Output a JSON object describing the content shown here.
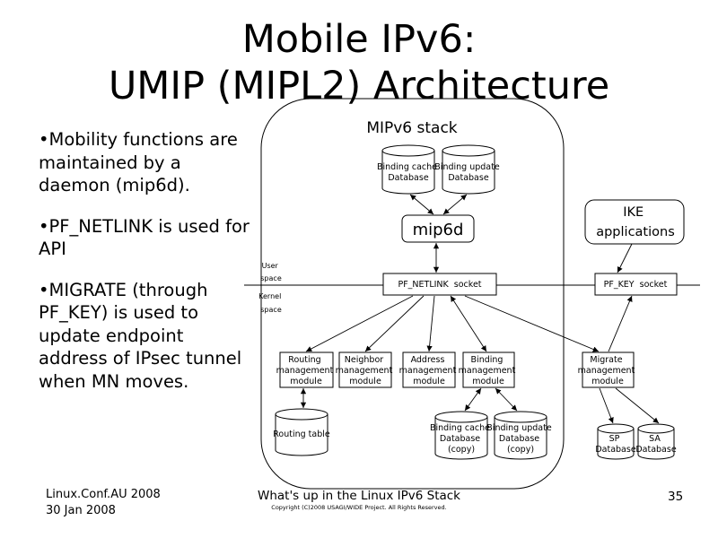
{
  "title": {
    "line1": "Mobile IPv6:",
    "line2": "UMIP (MIPL2) Architecture"
  },
  "bullets": [
    "•Mobility functions are maintained by a daemon (mip6d).",
    "•PF_NETLINK is used for API",
    "•MIGRATE (through PF_KEY) is used to update endpoint address of IPsec tunnel when MN moves."
  ],
  "diagram": {
    "stack_label": "MIPv6 stack",
    "db_binding_cache": [
      "Binding cache",
      "Database"
    ],
    "db_binding_update": [
      "Binding update",
      "Database"
    ],
    "mip6d": "mip6d",
    "ike": [
      "IKE",
      "applications"
    ],
    "user_space": [
      "User",
      "space"
    ],
    "kernel_space": [
      "Kernel",
      "space"
    ],
    "pf_netlink_socket": "PF_NETLINK  socket",
    "pf_key_socket": "PF_KEY  socket",
    "routing_module": [
      "Routing",
      "management",
      "module"
    ],
    "neighbor_module": [
      "Neighbor",
      "management",
      "module"
    ],
    "address_module": [
      "Address",
      "management",
      "module"
    ],
    "binding_module": [
      "Binding",
      "management",
      "module"
    ],
    "migrate_module": [
      "Migrate",
      "management",
      "module"
    ],
    "routing_table": "Routing table",
    "db_binding_cache_copy": [
      "Binding cache",
      "Database",
      "(copy)"
    ],
    "db_binding_update_copy": [
      "Binding update",
      "Database",
      "(copy)"
    ],
    "sp_db": [
      "SP",
      "Database"
    ],
    "sa_db": [
      "SA",
      "Database"
    ]
  },
  "footer": {
    "conference": "Linux.Conf.AU 2008",
    "date": "30 Jan 2008",
    "talk_title": "What's up in the Linux IPv6 Stack",
    "copyright": "Copyright (C)2008 USAGI/WIDE Project.  All Rights Reserved.",
    "page_number": "35"
  }
}
